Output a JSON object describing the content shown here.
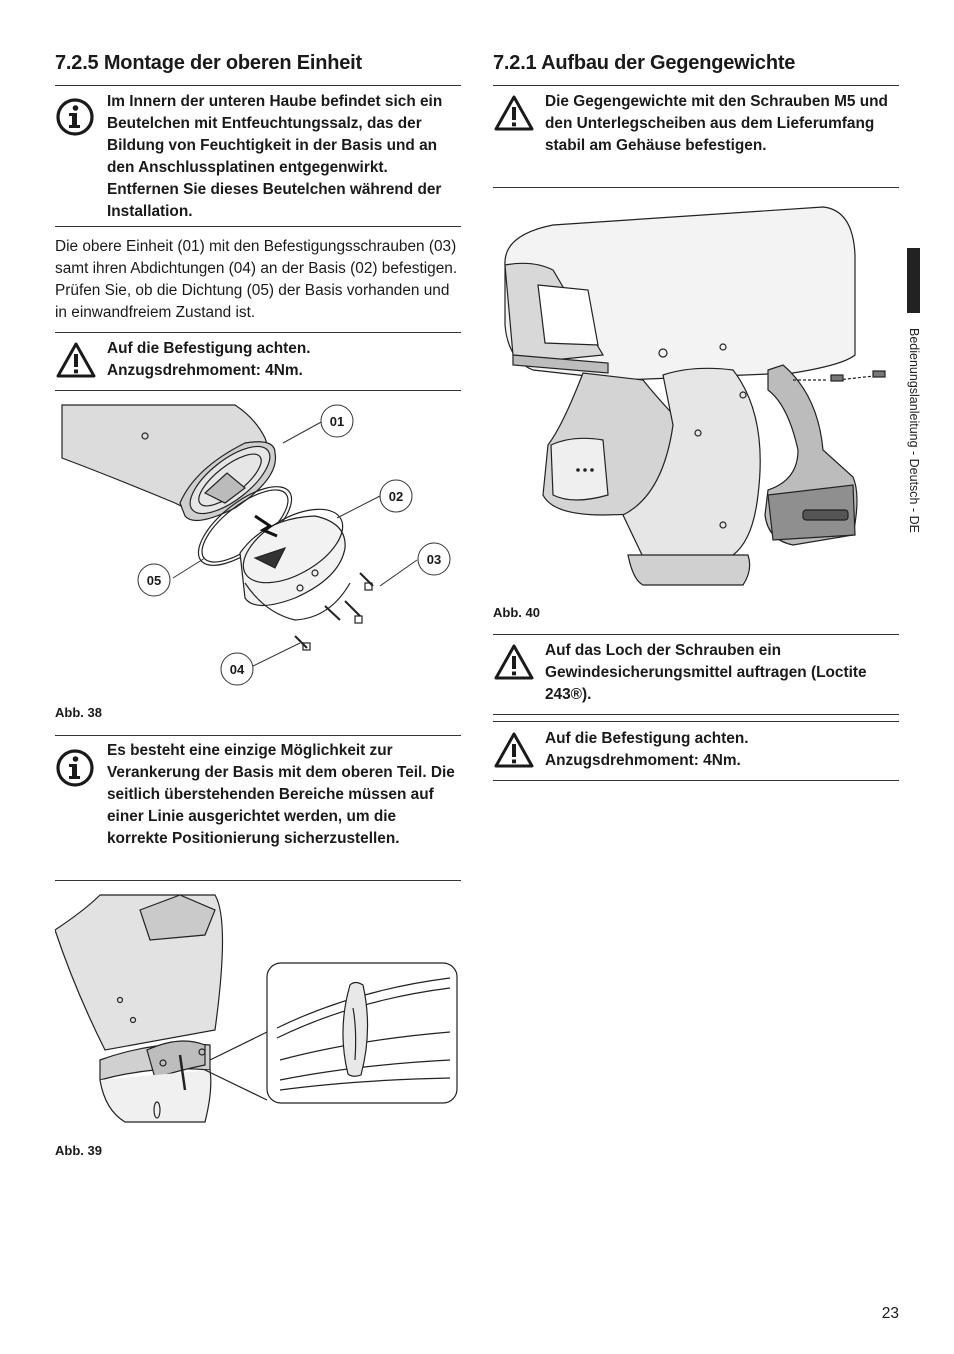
{
  "left": {
    "heading": "7.2.5 Montage der oberen Einheit",
    "info1": "Im Innern der unteren Haube befindet sich ein Beutelchen mit Entfeuchtungssalz, das der Bildung von Feuchtigkeit in der Basis und an den Anschlussplatinen entgegenwirkt. Entfernen Sie dieses Beutelchen während der Installation.",
    "paragraph": "Die obere Einheit (01) mit den Befestigungsschrauben (03) samt ihren Abdichtungen (04) an der Basis (02) befestigen. Prüfen Sie, ob die Dichtung (05) der Basis vorhanden und in einwandfreiem Zustand ist.",
    "warning1": "Auf die Befestigung achten. Anzugsdrehmoment: 4Nm.",
    "fig38": {
      "caption": "Abb. 38",
      "callouts": {
        "c01": "01",
        "c02": "02",
        "c03": "03",
        "c04": "04",
        "c05": "05"
      }
    },
    "info2": "Es besteht eine einzige Möglichkeit zur Verankerung der Basis mit dem oberen Teil. Die seitlich überstehenden Bereiche müssen auf einer Linie ausgerichtet werden, um die korrekte Positionierung sicherzustellen.",
    "fig39": {
      "caption": "Abb. 39"
    }
  },
  "right": {
    "heading": "7.2.1 Aufbau der Gegengewichte",
    "warning1": "Die Gegengewichte mit den Schrauben M5 und den Unterlegscheiben aus dem Lieferumfang stabil am Gehäuse befestigen.",
    "fig40": {
      "caption": "Abb. 40"
    },
    "warning2": "Auf das Loch der Schrauben ein Gewindesicherungsmittel auftragen (Loctite 243®).",
    "warning3": "Auf die Befestigung achten. Anzugsdrehmoment: 4Nm."
  },
  "sidebar": {
    "text": "Bedienungslanleitung - Deutsch - DE"
  },
  "page_number": "23"
}
